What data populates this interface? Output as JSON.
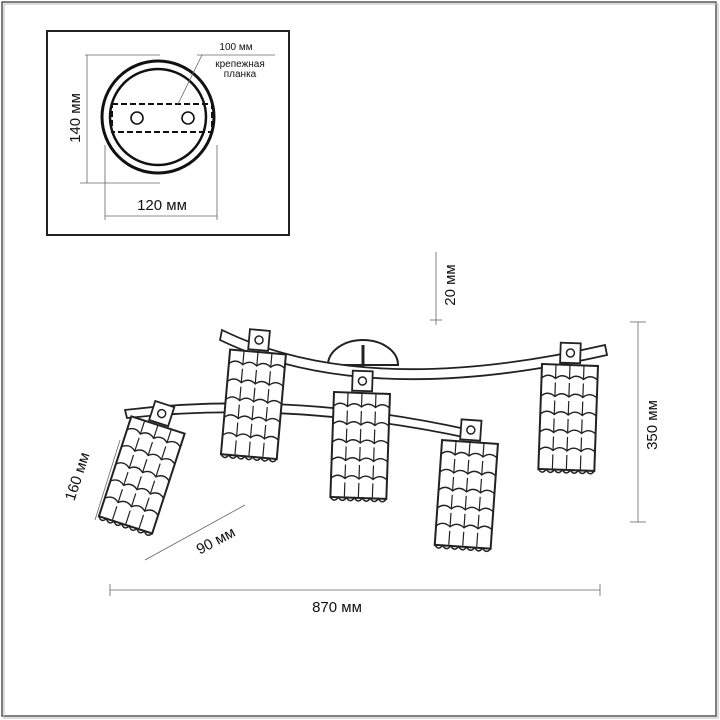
{
  "inset": {
    "mount_width": "100 мм",
    "mount_label_line1": "крепежная",
    "mount_label_line2": "планка",
    "height": "140 мм",
    "width": "120 мм"
  },
  "main": {
    "canopy_offset": "20 мм",
    "total_height": "350 мм",
    "shade_height": "160 мм",
    "shade_width": "90 мм",
    "total_width": "870 мм"
  }
}
